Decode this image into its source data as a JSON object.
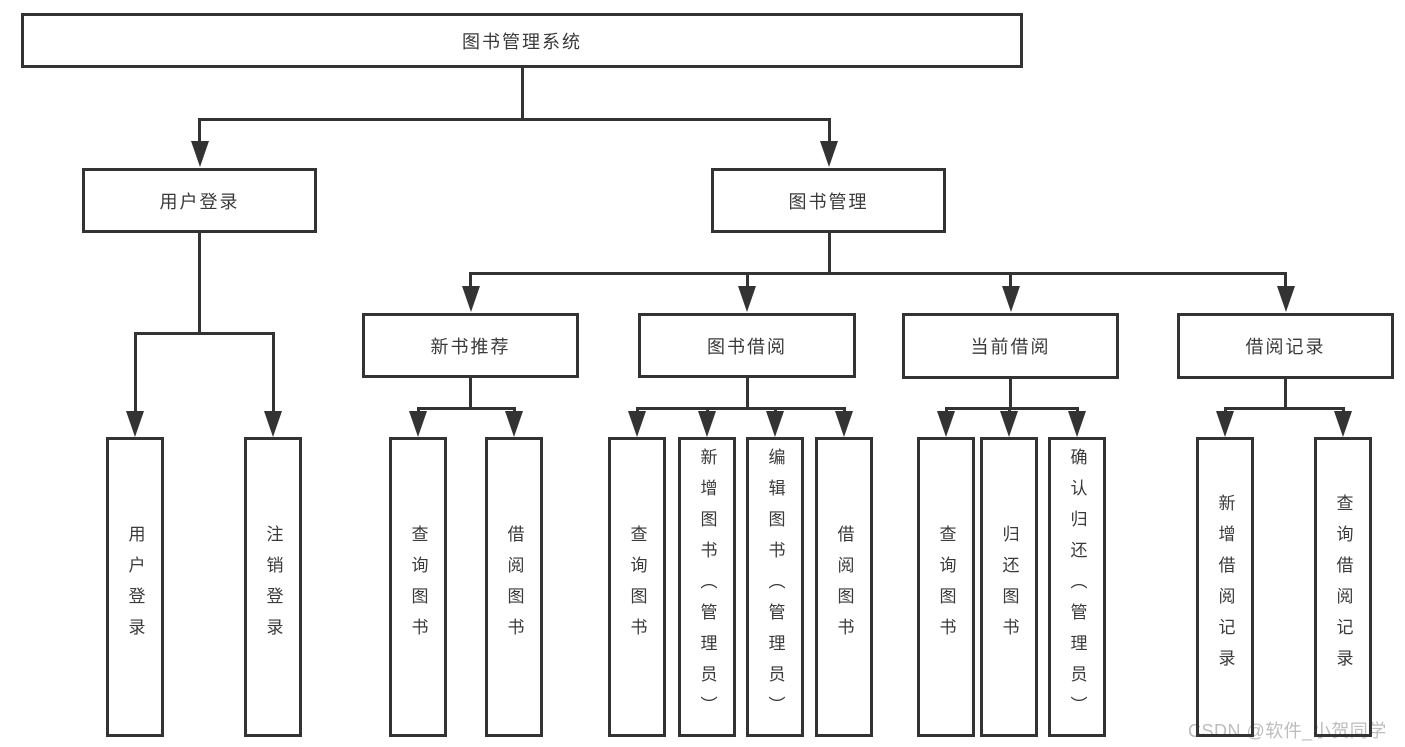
{
  "tree": {
    "label": "图书管理系统",
    "children": [
      {
        "label": "用户登录",
        "children": [
          {
            "label": "用户登录"
          },
          {
            "label": "注销登录"
          }
        ]
      },
      {
        "label": "图书管理",
        "children": [
          {
            "label": "新书推荐",
            "children": [
              {
                "label": "查询图书"
              },
              {
                "label": "借阅图书"
              }
            ]
          },
          {
            "label": "图书借阅",
            "children": [
              {
                "label": "查询图书"
              },
              {
                "label": "新增图书（管理员）"
              },
              {
                "label": "编辑图书（管理员）"
              },
              {
                "label": "借阅图书"
              }
            ]
          },
          {
            "label": "当前借阅",
            "children": [
              {
                "label": "查询图书"
              },
              {
                "label": "归还图书"
              },
              {
                "label": "确认归还（管理员）"
              }
            ]
          },
          {
            "label": "借阅记录",
            "children": [
              {
                "label": "新增借阅记录"
              },
              {
                "label": "查询借阅记录"
              }
            ]
          }
        ]
      }
    ]
  },
  "watermark": "CSDN @软件_小贺同学",
  "colors": {
    "line": "#333333",
    "text": "#3a3a3a",
    "watermark": "#bdbdbd",
    "background": "#ffffff"
  }
}
